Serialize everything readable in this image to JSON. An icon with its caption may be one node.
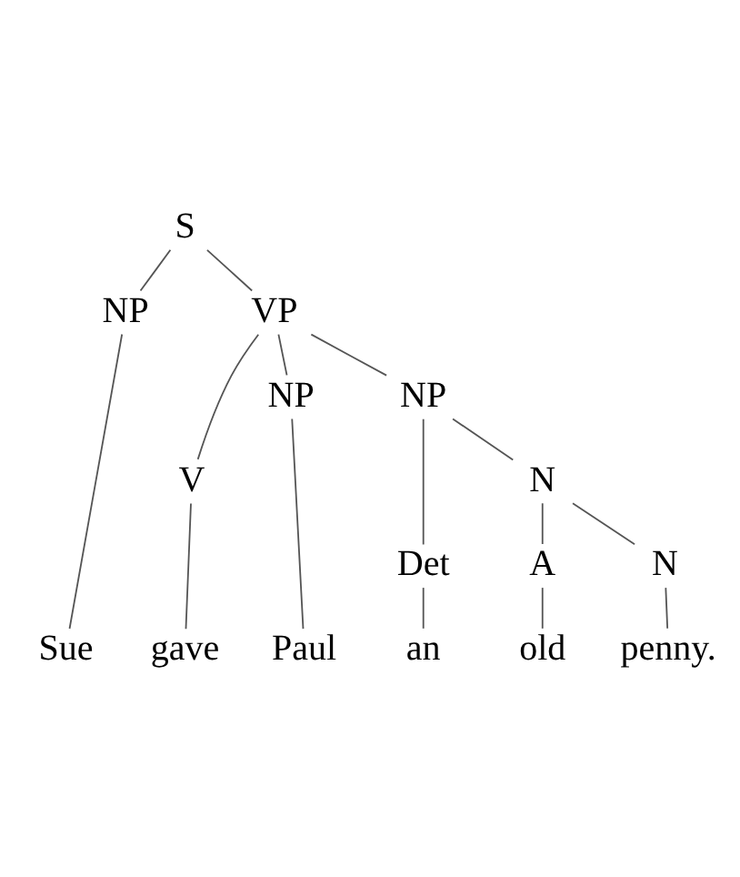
{
  "diagram": {
    "nodes": [
      {
        "text": [
          "S"
        ]
      },
      {
        "text": [
          "VP"
        ]
      },
      {
        "text": [
          "NP"
        ]
      },
      {
        "text": [
          "NP"
        ]
      },
      {
        "text": [
          "V"
        ]
      },
      {
        "text": [
          "NP"
        ]
      },
      {
        "text": [
          "Det"
        ]
      },
      {
        "text": [
          "N"
        ]
      },
      {
        "text": [
          "A"
        ]
      },
      {
        "text": [
          "N"
        ]
      },
      {
        "text": [
          "Sue"
        ]
      },
      {
        "text": [
          "gave"
        ]
      },
      {
        "text": [
          "Paul"
        ]
      },
      {
        "text": [
          "an"
        ]
      },
      {
        "text": [
          "old"
        ]
      },
      {
        "text": [
          "penny."
        ]
      }
    ],
    "edges": [
      {
        "from": 0,
        "to": 2,
        "arrow": "none"
      },
      {
        "from": 0,
        "to": 1,
        "arrow": "none"
      },
      {
        "from": 1,
        "to": 4,
        "arrow": "none"
      },
      {
        "from": 1,
        "to": 5,
        "arrow": "none"
      },
      {
        "from": 1,
        "to": 3,
        "arrow": "none"
      },
      {
        "from": 3,
        "to": 6,
        "arrow": "none"
      },
      {
        "from": 3,
        "to": 7,
        "arrow": "none"
      },
      {
        "from": 7,
        "to": 8,
        "arrow": "none"
      },
      {
        "from": 7,
        "to": 9,
        "arrow": "none"
      },
      {
        "from": 2,
        "to": 10,
        "arrow": "none"
      },
      {
        "from": 4,
        "to": 11,
        "arrow": "none"
      },
      {
        "from": 5,
        "to": 12,
        "arrow": "none"
      },
      {
        "from": 6,
        "to": 13,
        "arrow": "none"
      },
      {
        "from": 8,
        "to": 14,
        "arrow": "none"
      },
      {
        "from": 9,
        "to": 15,
        "arrow": "none"
      }
    ]
  }
}
